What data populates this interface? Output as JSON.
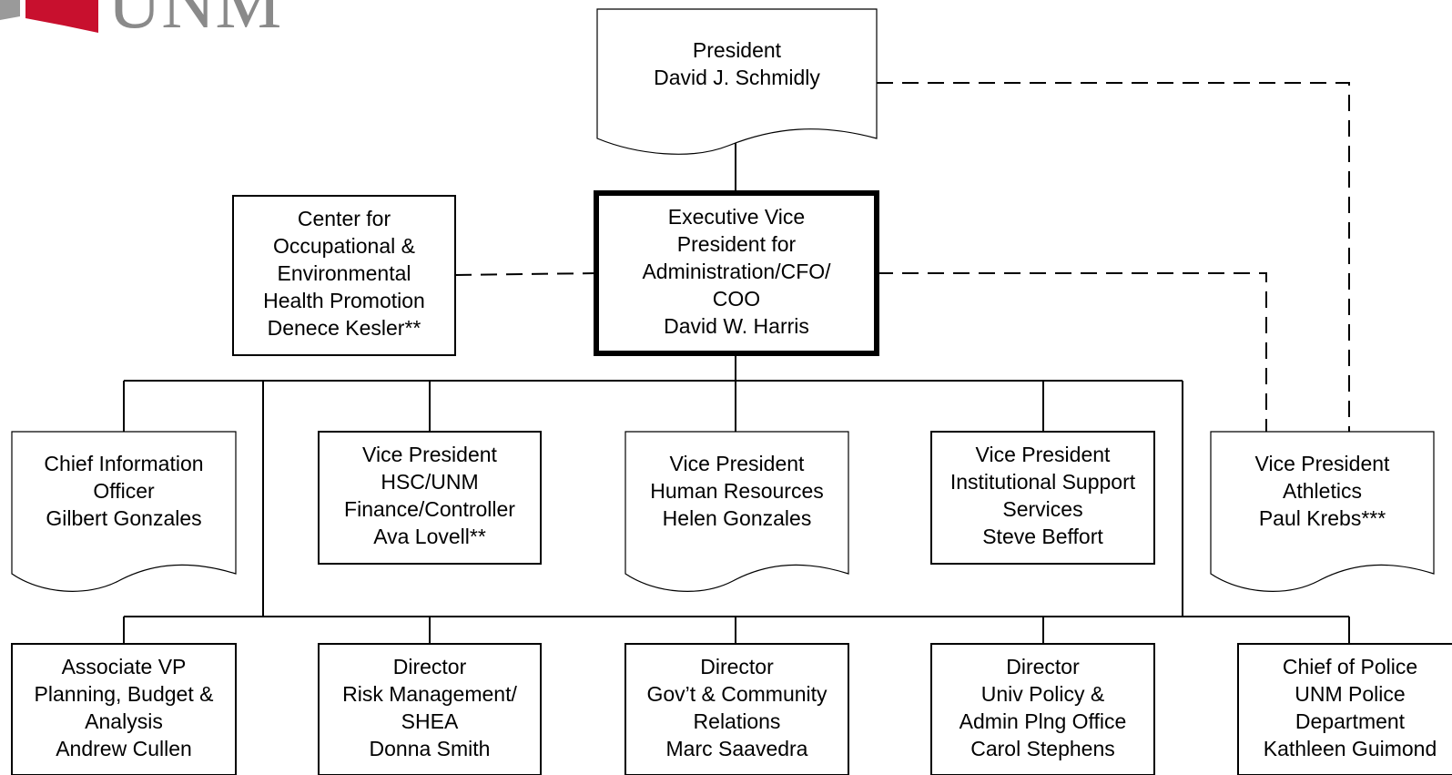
{
  "logo": {
    "text": "UNM",
    "accent_color": "#c8102e",
    "text_color": "#8a8a8a"
  },
  "nodes": {
    "president": {
      "lines": [
        "President",
        "David J. Schmidly"
      ]
    },
    "evp": {
      "lines": [
        "Executive Vice",
        "President for",
        "Administration/CFO/",
        "COO",
        "David W. Harris"
      ]
    },
    "center": {
      "lines": [
        "Center for",
        "Occupational &",
        "Environmental",
        "Health Promotion",
        "Denece Kesler**"
      ]
    },
    "cio": {
      "lines": [
        "Chief Information",
        "Officer",
        "Gilbert Gonzales"
      ]
    },
    "vp_hsc": {
      "lines": [
        "Vice President",
        "HSC/UNM",
        "Finance/Controller",
        "Ava Lovell**"
      ]
    },
    "vp_hr": {
      "lines": [
        "Vice President",
        "Human Resources",
        "Helen Gonzales"
      ]
    },
    "vp_iss": {
      "lines": [
        "Vice President",
        "Institutional Support",
        "Services",
        "Steve Beffort"
      ]
    },
    "vp_athletics": {
      "lines": [
        "Vice President",
        "Athletics",
        "Paul Krebs***"
      ]
    },
    "avp_planning": {
      "lines": [
        "Associate VP",
        "Planning, Budget &",
        "Analysis",
        "Andrew Cullen"
      ]
    },
    "dir_risk": {
      "lines": [
        "Director",
        "Risk Management/",
        "SHEA",
        "Donna Smith"
      ]
    },
    "dir_gov": {
      "lines": [
        "Director",
        "Gov’t & Community",
        "Relations",
        "Marc Saavedra"
      ]
    },
    "dir_policy": {
      "lines": [
        "Director",
        "Univ Policy &",
        "Admin Plng Office",
        "Carol Stephens"
      ]
    },
    "police": {
      "lines": [
        "Chief of Police",
        "UNM Police",
        "Department",
        "Kathleen Guimond"
      ]
    }
  }
}
